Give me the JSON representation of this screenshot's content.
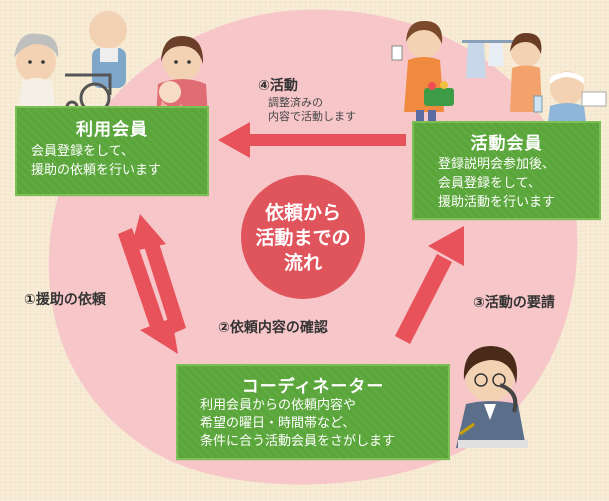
{
  "center": {
    "line1": "依頼から",
    "line2": "活動までの",
    "line3": "流れ"
  },
  "user_member": {
    "title": "利用会員",
    "line1": "会員登録をして、",
    "line2": "援助の依頼を行います"
  },
  "activity_member": {
    "title": "活動会員",
    "line1": "登録説明会参加後、",
    "line2": "会員登録をして、",
    "line3": "援助活動を行います"
  },
  "coordinator": {
    "title": "コーディネーター",
    "line1": "利用会員からの依頼内容や",
    "line2": "希望の曜日・時間帯など、",
    "line3": "条件に合う活動会員をさがします"
  },
  "steps": {
    "step1": "①援助の依頼",
    "step2": "②依頼内容の確認",
    "step3": "③活動の要請",
    "step4_title": "④活動",
    "step4_line1": "調整済みの",
    "step4_line2": "内容で活動します"
  },
  "colors": {
    "arrow": "#e8525a",
    "box": "#5aa63a",
    "center_circle": "#e0545c",
    "pink_blob": "#f7c6c9"
  }
}
